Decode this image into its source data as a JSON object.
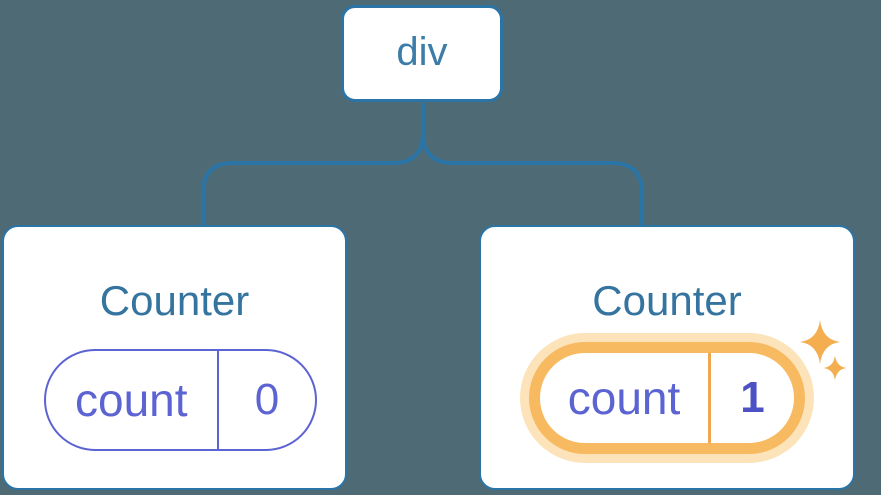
{
  "diagram_type": "react-component-tree",
  "colors": {
    "background": "#4D6A75",
    "node_fill": "#FFFFFF",
    "node_border_blue": "#2B74A6",
    "node_text_blue": "#3B7CA8",
    "title_text_blue": "#35749F",
    "state_purple": "#5C63D2",
    "state_value_purple": "#4C52C4",
    "highlight_orange": "#F7BA61",
    "highlight_glow_orange": "#FCE3BA",
    "sparkle_orange": "#F4AD4F"
  },
  "tree": {
    "root": {
      "label": "div"
    },
    "children": [
      {
        "title": "Counter",
        "state": {
          "key": "count",
          "value": "0"
        },
        "highlighted": false
      },
      {
        "title": "Counter",
        "state": {
          "key": "count",
          "value": "1"
        },
        "highlighted": true,
        "highlight_icon": "sparkle-icon"
      }
    ]
  }
}
